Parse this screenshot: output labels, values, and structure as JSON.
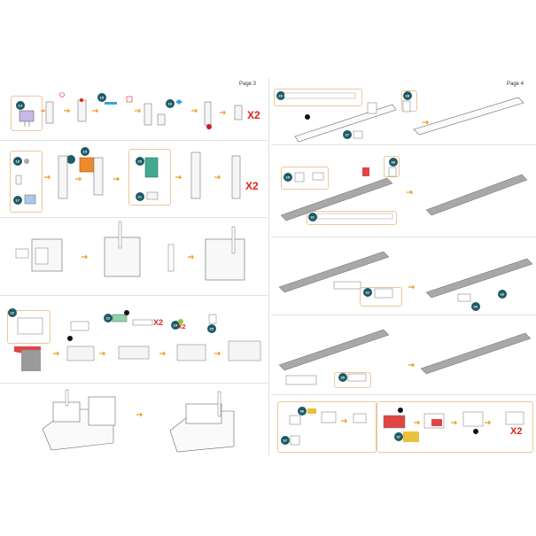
{
  "pages": {
    "left_label": "Page 3",
    "right_label": "Page 4"
  },
  "multipliers": {
    "row1": "X2",
    "row2": "X2",
    "small": "X2",
    "small2": "X2",
    "right_last": "X2"
  },
  "colors": {
    "part_circle": "#1f5a66",
    "arrow": "#f29a1c",
    "multiplier": "#e0231b",
    "frame": "#e8c99a",
    "dot": "#1e7bd8"
  },
  "part_numbers": [
    "14",
    "15",
    "16",
    "17",
    "18",
    "19",
    "20",
    "21",
    "22",
    "23",
    "24",
    "25",
    "26",
    "27",
    "28",
    "29",
    "30",
    "31",
    "32",
    "33",
    "34",
    "35",
    "36",
    "37"
  ]
}
